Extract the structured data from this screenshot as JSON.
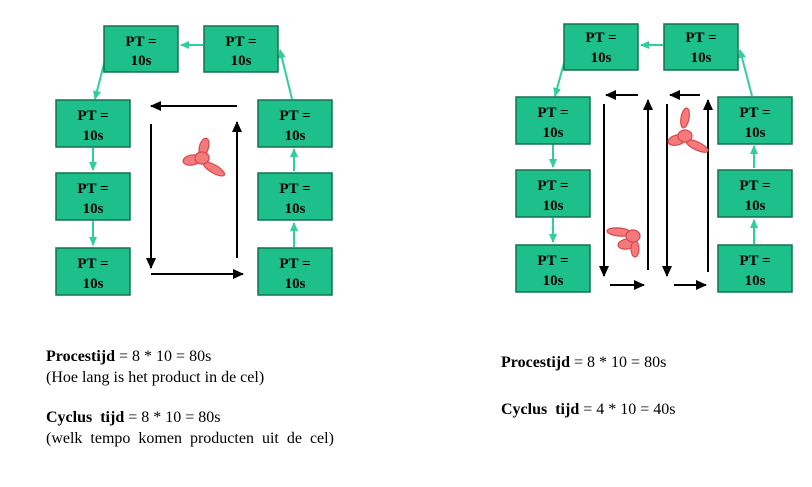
{
  "colors": {
    "box_fill": "#1dbf8a",
    "box_stroke": "#16714f",
    "green_arrow": "#2fcf9a",
    "black_arrow": "#000000",
    "person_fill": "#f47a7c",
    "person_stroke": "#d8474c"
  },
  "box": {
    "line1": "PT =",
    "line2": "10s"
  },
  "left_text": {
    "proc_label": "Procestijd",
    "proc_formula": " = 8 * 10 = 80s",
    "proc_note": "(Hoe lang is het product in de cel)",
    "cycle_label": "Cyclus tijd",
    "cycle_formula": " = 8 * 10 = 80s",
    "cycle_note": "(welk tempo komen producten uit de cel)"
  },
  "right_text": {
    "proc_label": "Procestijd",
    "proc_formula": " = 8 * 10 = 80s",
    "cycle_label": "Cyclus tijd",
    "cycle_formula": " = 4 * 10 = 40s"
  }
}
